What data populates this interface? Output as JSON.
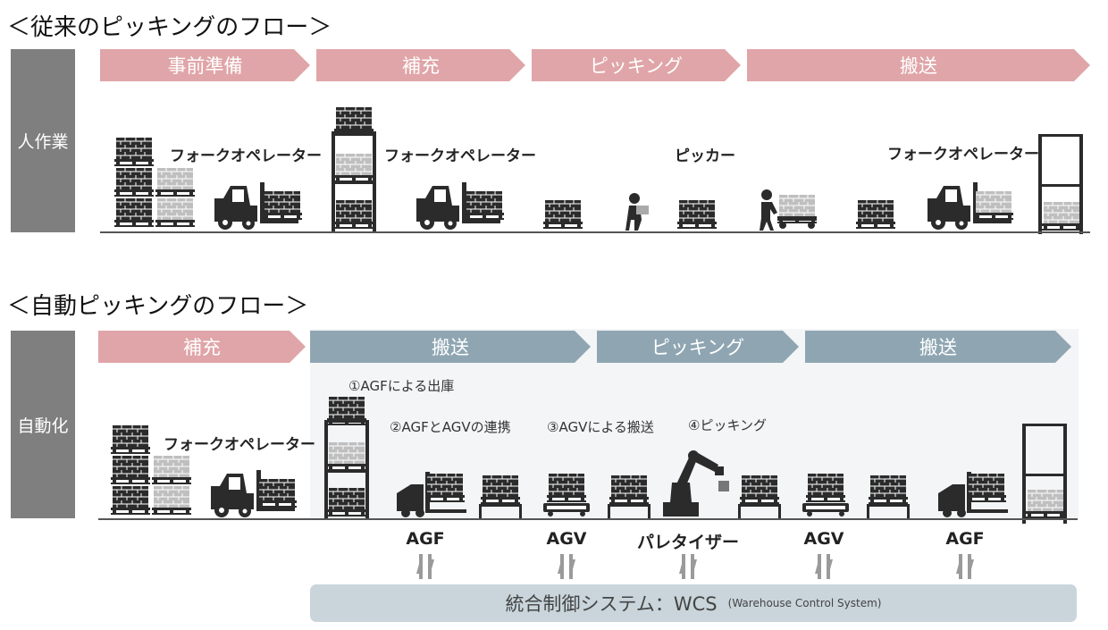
{
  "traditional": {
    "title": "＜従来のピッキングのフロー＞",
    "row_label": "人作業",
    "stages": [
      "事前準備",
      "補充",
      "ピッキング",
      "搬送"
    ],
    "roles": [
      "フォークオペレーター",
      "フォークオペレーター",
      "ピッカー",
      "フォークオペレーター"
    ]
  },
  "automated": {
    "title": "＜自動ピッキングのフロー＞",
    "row_label": "自動化",
    "stages": [
      "補充",
      "搬送",
      "ピッキング",
      "搬送"
    ],
    "role": "フォークオペレーター",
    "steps": [
      "①AGFによる出庫",
      "②AGFとAGVの連携",
      "③AGVによる搬送",
      "④ピッキング"
    ],
    "machines": [
      "AGF",
      "AGV",
      "パレタイザー",
      "AGV",
      "AGF"
    ]
  },
  "wcs": {
    "label": "統合制御システム：WCS",
    "sub": "(Warehouse Control System)"
  },
  "icons": [
    "pallet-stack-icon",
    "forklift-icon",
    "rack-icon",
    "picker-icon",
    "handcart-icon",
    "agf-icon",
    "agv-icon",
    "robot-arm-icon",
    "sync-arrows-icon"
  ],
  "colors": {
    "pink": "#e0a5a8",
    "teal": "#8fa6b2",
    "gray": "#7f7f7f",
    "wcs": "#c9d5db"
  }
}
